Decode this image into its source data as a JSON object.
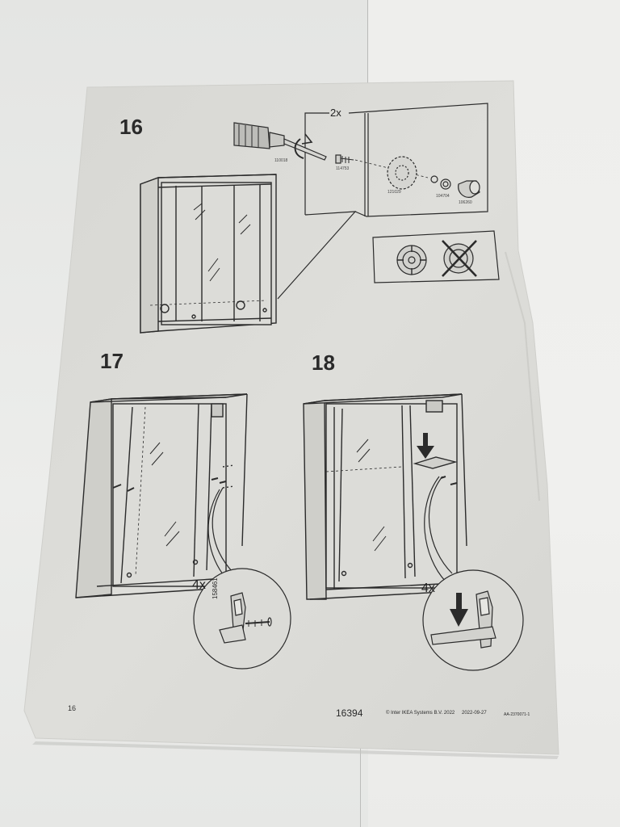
{
  "steps": {
    "step16": "16",
    "step17": "17",
    "step18": "18"
  },
  "step16_detail": {
    "quantity": "2x",
    "part_screwdriver": "110018",
    "part_screw": "114753",
    "part_cam": "121029",
    "part_washer": "104704",
    "part_knob": "106260"
  },
  "step17_detail": {
    "quantity": "4x",
    "part_number": "158461"
  },
  "step18_detail": {
    "quantity": "4x"
  },
  "footer": {
    "page_number": "16",
    "product_code": "16394",
    "copyright": "© Inter IKEA Systems B.V. 2022",
    "date": "2022-09-27",
    "doc_code": "AA-2370071-1"
  },
  "colors": {
    "paper": "#dcdcd8",
    "ink": "#2a2a2a",
    "table": "#e9e9e7"
  }
}
